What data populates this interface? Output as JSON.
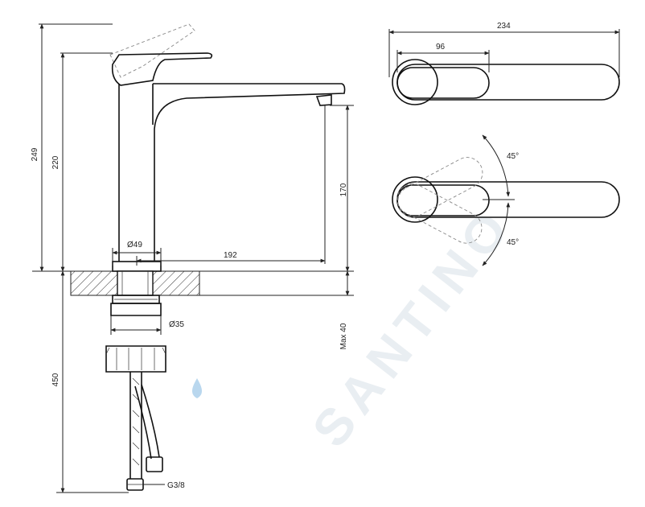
{
  "watermark": "SANTINO",
  "colors": {
    "line": "#222222",
    "ghost": "#888888",
    "watermark": "#e9eef2",
    "drop": "#7fb6e0"
  },
  "dimensions": {
    "total_height": "249",
    "spout_height": "220",
    "outlet_height": "170",
    "base_diameter": "Ø49",
    "reach": "192",
    "thread_diameter": "Ø35",
    "max_counter_thickness": "Max 40",
    "hose_length": "450",
    "hose_thread": "G3/8",
    "top_length": "234",
    "top_body_width": "96",
    "angle_left": "45°",
    "angle_right": "45°"
  }
}
